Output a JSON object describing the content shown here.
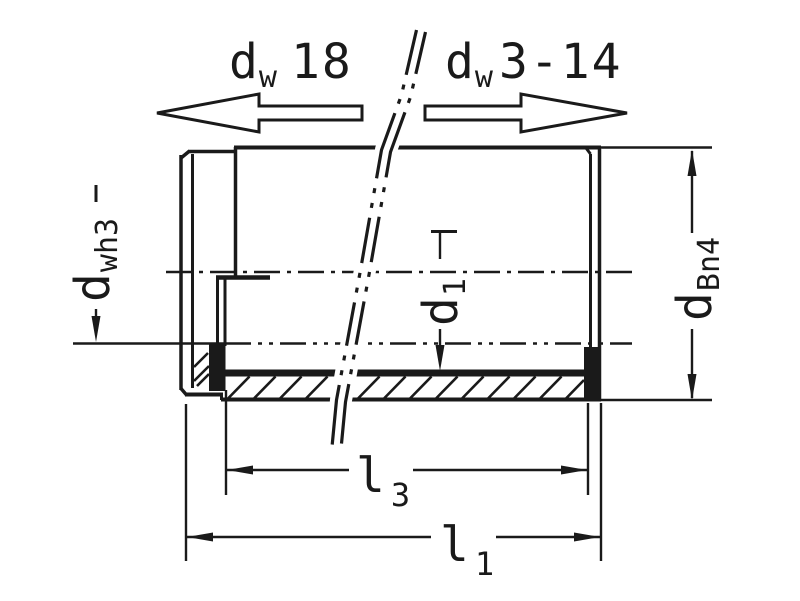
{
  "drawing": {
    "type": "technical-cross-section",
    "colors": {
      "background": "#ffffff",
      "line": "#1a1a1a"
    },
    "range_annotations": {
      "left": {
        "symbol": "d",
        "subscript": "w",
        "value": "18"
      },
      "right": {
        "symbol": "d",
        "subscript": "w",
        "value": "3-14"
      }
    },
    "dimensions": {
      "dwh3": {
        "symbol": "d",
        "subscript": "wh3"
      },
      "d1": {
        "symbol": "d",
        "subscript": "1"
      },
      "dBn4": {
        "symbol": "d",
        "subscript": "Bn4"
      },
      "l3": {
        "symbol": "l",
        "subscript": "3"
      },
      "l1": {
        "symbol": "l",
        "subscript": "1"
      }
    }
  }
}
